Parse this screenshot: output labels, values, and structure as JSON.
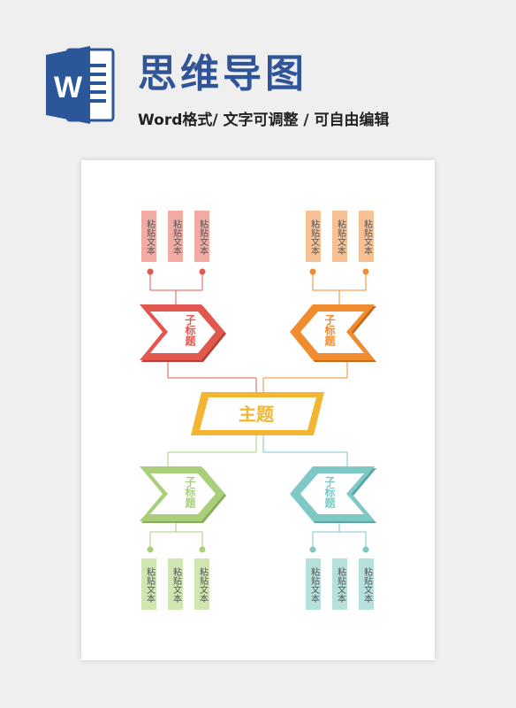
{
  "header": {
    "title": "思维导图",
    "subtitle": "Word格式/ 文字可调整 / 可自由编辑",
    "icon_letter": "W"
  },
  "mindmap": {
    "main_topic": "主题",
    "branches": [
      {
        "id": "top-left",
        "subtitle": "子标题",
        "color": "#e2584e",
        "leaf_color": "#f2aba3",
        "leaves": [
          "粘贴文本",
          "粘贴文本",
          "粘贴文本"
        ]
      },
      {
        "id": "top-right",
        "subtitle": "子标题",
        "color": "#f08c2d",
        "leaf_color": "#f8c095",
        "leaves": [
          "粘贴文本",
          "粘贴文本",
          "粘贴文本"
        ]
      },
      {
        "id": "bottom-left",
        "subtitle": "子标题",
        "color": "#a9cf7a",
        "leaf_color": "#cfe6b0",
        "leaves": [
          "粘贴文本",
          "粘贴文本",
          "粘贴文本"
        ]
      },
      {
        "id": "bottom-right",
        "subtitle": "子标题",
        "color": "#7ec8c6",
        "leaf_color": "#b6e0dc",
        "leaves": [
          "粘贴文本",
          "粘贴文本",
          "粘贴文本"
        ]
      }
    ],
    "main_color": "#f2b632"
  }
}
